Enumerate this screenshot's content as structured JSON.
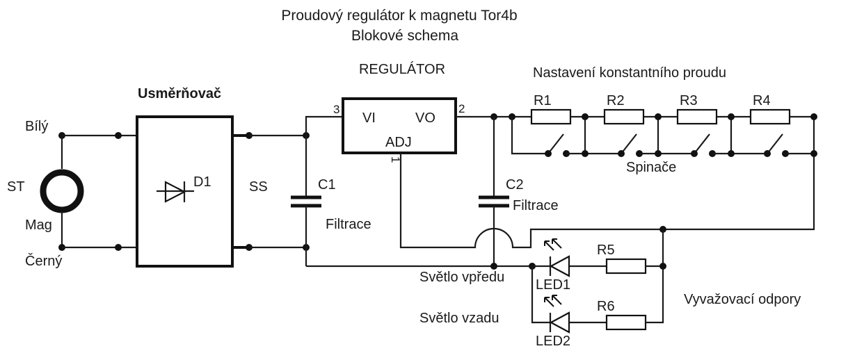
{
  "title": {
    "line1": "Proudový regulátor k magnetu Tor4b",
    "line2": "Blokové schema"
  },
  "blocks": {
    "rectifier_heading": "Usměrňovač",
    "rectifier_diode": "D1",
    "regulator_heading": "REGULÁTOR",
    "regulator_pin_vi": "VI",
    "regulator_pin_vo": "VO",
    "regulator_pin_adj": "ADJ",
    "pin3": "3",
    "pin2": "2",
    "pin1": "1"
  },
  "source": {
    "label": "ST",
    "wire_white": "Bílý",
    "wire_black": "Černý",
    "magneto": "Mag"
  },
  "labels": {
    "ss": "SS",
    "c1": "C1",
    "c1_note": "Filtrace",
    "c2": "C2",
    "c2_note": "Filtrace",
    "current_setting": "Nastavení konstantního proudu",
    "switches": "Spinače",
    "front_light": "Světlo vpředu",
    "rear_light": "Světlo vzadu",
    "led1": "LED1",
    "led2": "LED2",
    "r5": "R5",
    "r6": "R6",
    "balancing": "Vyvažovací odpory"
  },
  "resistor_chain": [
    {
      "label": "R1"
    },
    {
      "label": "R2"
    },
    {
      "label": "R3"
    },
    {
      "label": "R4"
    }
  ],
  "colors": {
    "ink": "#1a1a1a",
    "background": "#ffffff"
  }
}
